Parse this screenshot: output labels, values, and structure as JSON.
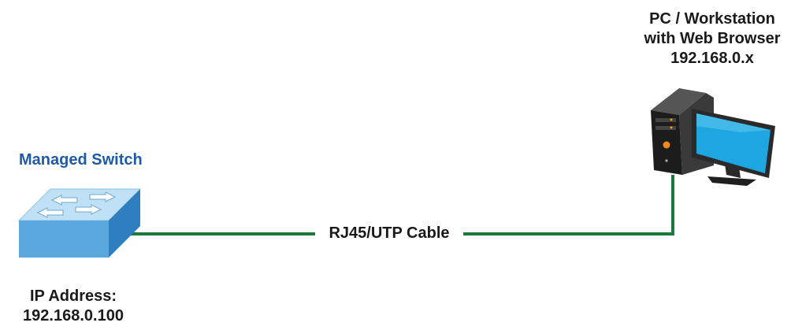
{
  "diagram": {
    "pc": {
      "line1": "PC / Workstation",
      "line2": "with Web Browser",
      "line3": "192.168.0.x",
      "icon": "desktop-computer-icon"
    },
    "switch": {
      "title": "Managed Switch",
      "icon": "network-switch-icon",
      "ip_label": "IP Address:",
      "ip_value": "192.168.0.100"
    },
    "cable": {
      "label": "RJ45/UTP Cable",
      "color": "#1e7a3c"
    },
    "colors": {
      "switch_top": "#bfe0f5",
      "switch_front": "#5aa8de",
      "switch_side": "#2f7fc0",
      "title_blue": "#1f5aa6",
      "tower": "#222222",
      "monitor_screen": "#1ea6e0"
    }
  }
}
